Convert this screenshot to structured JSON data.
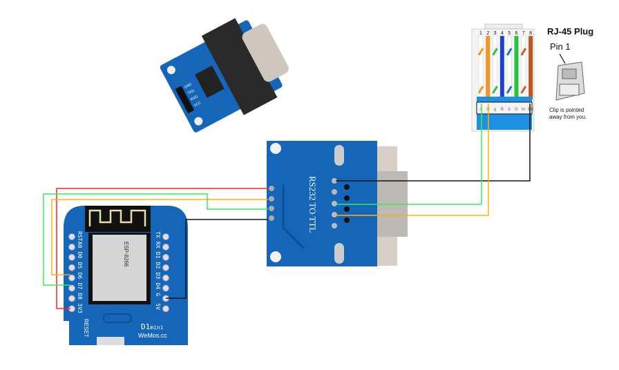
{
  "colors": {
    "board": "#1565b8",
    "wire_red": "#ff2222",
    "wire_green": "#33ee55",
    "wire_orange": "#ffb000",
    "wire_black": "#111111"
  },
  "rj45": {
    "title": "RJ-45 Plug",
    "pin1": "Pin 1",
    "note_line1": "Clip is pointed",
    "note_line2": "away from you.",
    "pin_numbers": [
      "1",
      "2",
      "3",
      "4",
      "5",
      "6",
      "7",
      "8"
    ],
    "pin_codes": [
      "o",
      "O",
      "g",
      "B",
      "b",
      "G",
      "br",
      "BR"
    ]
  },
  "rs232": {
    "label": "RS232 TO TTL"
  },
  "top_module": {
    "pins": [
      "GND",
      "TXD",
      "RXD",
      "VCC"
    ]
  },
  "d1mini": {
    "left_pins": [
      "RST",
      "A0",
      "D0",
      "D5",
      "D6",
      "D7",
      "D8",
      "3V3"
    ],
    "right_pins": [
      "TX",
      "RX",
      "D1",
      "D2",
      "D3",
      "D4",
      "G",
      "5V"
    ],
    "name": "D1",
    "name_suffix": "mini",
    "site": "WeMos.cc",
    "reset": "RESET",
    "chip": "ESP-8266"
  }
}
